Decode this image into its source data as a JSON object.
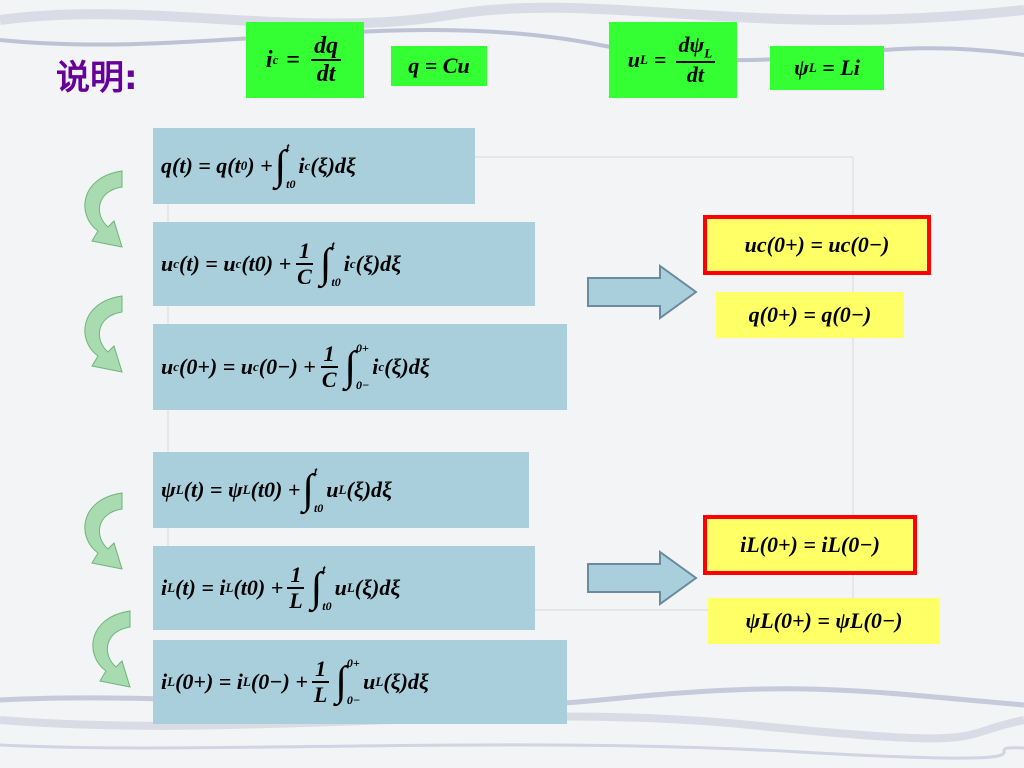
{
  "title": "说明:",
  "defs": {
    "ic": {
      "lhs": "i",
      "lhs_sub": "c",
      "eq": "=",
      "num": "dq",
      "den": "dt"
    },
    "q": "q = Cu",
    "uL": {
      "lhs": "u",
      "lhs_sub": "L",
      "eq": "=",
      "num": "dψ",
      "num_sub": "L",
      "den": "dt"
    },
    "psi": {
      "lhs": "ψ",
      "lhs_sub": "L",
      "rhs": "= Li"
    }
  },
  "equations": {
    "eq1": {
      "left": "q(t) = q(t",
      "left_sub": "0",
      "left_end": ") +",
      "int_upper": "t",
      "int_lower": "t0",
      "integrand": "i",
      "integrand_sub": "c",
      "integrand_end": "(ξ)dξ"
    },
    "eq2": {
      "left": "u",
      "left_sub": "c",
      "left_mid": "(t) = u",
      "left_sub2": "c",
      "left_end": "(t0) +",
      "num": "1",
      "den": "C",
      "int_upper": "t",
      "int_lower": "t0",
      "integrand": "i",
      "integrand_sub": "c",
      "integrand_end": "(ξ)dξ"
    },
    "eq3": {
      "left": "u",
      "left_sub": "c",
      "left_mid": "(0+) = u",
      "left_sub2": "c",
      "left_end": "(0−) +",
      "num": "1",
      "den": "C",
      "int_upper": "0+",
      "int_lower": "0−",
      "integrand": "i",
      "integrand_sub": "c",
      "integrand_end": "(ξ)dξ"
    },
    "eq4": {
      "left": "ψ",
      "left_sub": "L",
      "left_mid": "(t) = ψ",
      "left_sub2": "L",
      "left_end": "(t0) +",
      "int_upper": "t",
      "int_lower": "t0",
      "integrand": "u",
      "integrand_sub": "L",
      "integrand_end": "(ξ)dξ"
    },
    "eq5": {
      "left": "i",
      "left_sub": "L",
      "left_mid": "(t) = i",
      "left_sub2": "L",
      "left_end": "(t0) +",
      "num": "1",
      "den": "L",
      "int_upper": "t",
      "int_lower": "t0",
      "integrand": "u",
      "integrand_sub": "L",
      "integrand_end": "(ξ)dξ"
    },
    "eq6": {
      "left": "i",
      "left_sub": "L",
      "left_mid": "(0+) = i",
      "left_sub2": "L",
      "left_end": "(0−) +",
      "num": "1",
      "den": "L",
      "int_upper": "0+",
      "int_lower": "0−",
      "integrand": "u",
      "integrand_sub": "L",
      "integrand_end": "(ξ)dξ"
    }
  },
  "results": {
    "r1": "uc(0+) = uc(0−)",
    "r2": "q(0+) = q(0−)",
    "r3": "iL(0+) = iL(0−)",
    "r4": "ψL(0+) = ψL(0−)"
  },
  "colors": {
    "title": "#660099",
    "green": "#33ff33",
    "blue": "#a9cfdc",
    "yellow": "#ffff66",
    "red": "#ff0000",
    "arrow": "#a8dcb0"
  }
}
